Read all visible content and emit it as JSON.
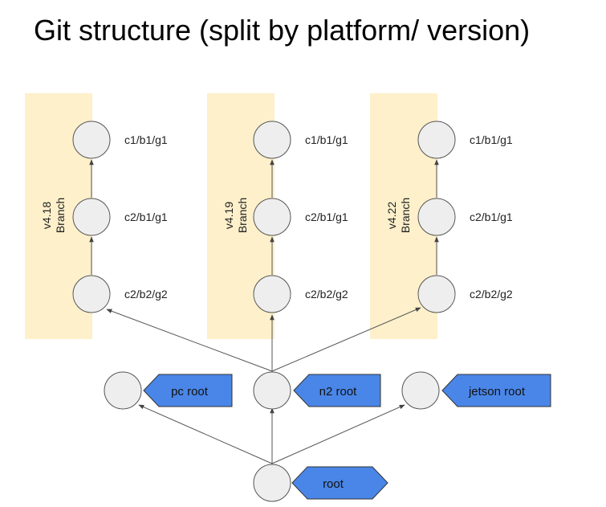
{
  "title": "Git structure (split by platform/ version)",
  "branches": [
    {
      "version": "v4.18",
      "word": "Branch",
      "commits": [
        "c1/b1/g1",
        "c2/b1/g1",
        "c2/b2/g2"
      ]
    },
    {
      "version": "v4.19",
      "word": "Branch",
      "commits": [
        "c1/b1/g1",
        "c2/b1/g1",
        "c2/b2/g2"
      ]
    },
    {
      "version": "v4.22",
      "word": "Branch",
      "commits": [
        "c1/b1/g1",
        "c2/b1/g1",
        "c2/b2/g2"
      ]
    }
  ],
  "platform_roots": [
    "pc root",
    "n2 root",
    "jetson root"
  ],
  "root": "root",
  "colors": {
    "band": "#fdf0cb",
    "node_fill": "#eeeeee",
    "node_stroke": "#555555",
    "tag_fill": "#4a86e8",
    "edge": "#555555"
  }
}
